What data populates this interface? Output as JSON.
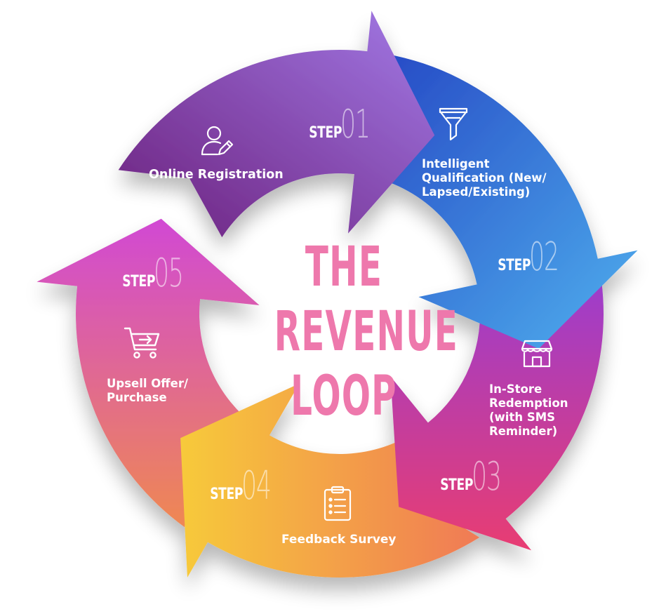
{
  "title": {
    "line1": "THE",
    "line2": "REVENUE",
    "line3": "LOOP"
  },
  "colors": {
    "title": "#ee78ac",
    "step1_start": "#6b1f7c",
    "step1_end": "#a27ae6",
    "step2_start": "#2547c4",
    "step2_end": "#4fb0ee",
    "step3_start": "#9d3ccc",
    "step3_end": "#e83e72",
    "step4_start": "#f7ca3a",
    "step4_end": "#f07a55",
    "step5_start": "#d149d4",
    "step5_end": "#ef8852"
  },
  "steps": [
    {
      "word": "STEP",
      "number": "01",
      "label": "Online Registration",
      "icon": "user-edit-icon"
    },
    {
      "word": "STEP",
      "number": "02",
      "label": "Intelligent\nQualification (New/\nLapsed/Existing)",
      "icon": "funnel-icon"
    },
    {
      "word": "STEP",
      "number": "03",
      "label": "In-Store\nRedemption\n(with SMS\nReminder)",
      "icon": "storefront-icon"
    },
    {
      "word": "STEP",
      "number": "04",
      "label": "Feedback Survey",
      "icon": "clipboard-list-icon"
    },
    {
      "word": "STEP",
      "number": "05",
      "label": "Upsell Offer/\nPurchase",
      "icon": "shopping-cart-icon"
    }
  ]
}
